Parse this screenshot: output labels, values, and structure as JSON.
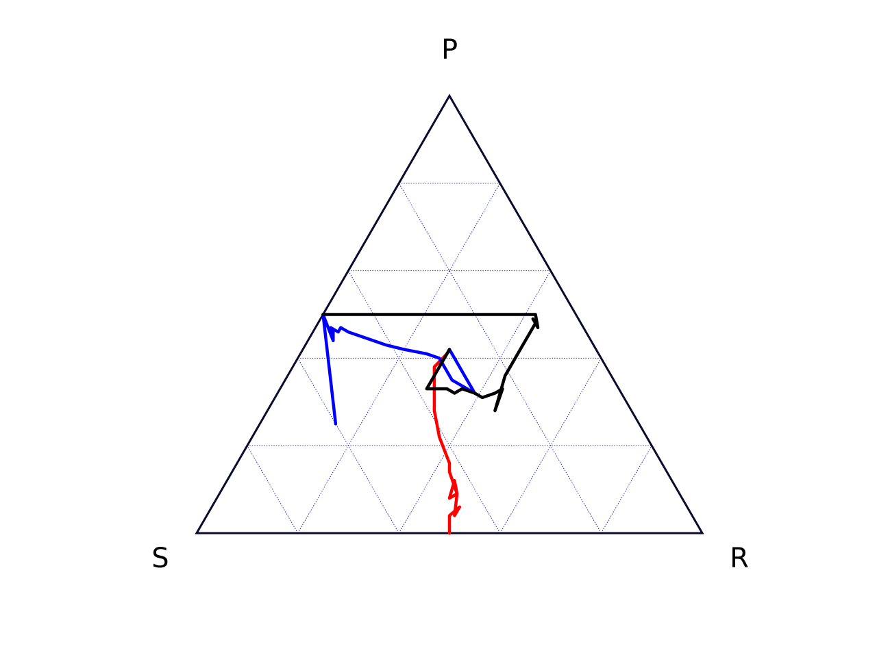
{
  "chart_data": {
    "type": "ternary",
    "vertices": {
      "top": "P",
      "left": "S",
      "right": "R"
    },
    "grid": true,
    "grid_divisions": 5,
    "colors": {
      "frame": "#0b0b2e",
      "grid": "#2a2ab8",
      "red": "#ff0000",
      "blue": "#0000ff",
      "black": "#000000"
    },
    "series": [
      {
        "color": "red",
        "points": [
          [
            0,
            0.5,
            0.5
          ],
          [
            0.04,
            0.48,
            0.48
          ],
          [
            0.06,
            0.45,
            0.49
          ],
          [
            0.04,
            0.47,
            0.49
          ],
          [
            0.09,
            0.44,
            0.47
          ],
          [
            0.08,
            0.46,
            0.46
          ],
          [
            0.12,
            0.43,
            0.45
          ],
          [
            0.09,
            0.44,
            0.47
          ],
          [
            0.14,
            0.43,
            0.43
          ],
          [
            0.16,
            0.42,
            0.42
          ],
          [
            0.22,
            0.41,
            0.37
          ],
          [
            0.28,
            0.39,
            0.33
          ],
          [
            0.32,
            0.37,
            0.31
          ],
          [
            0.34,
            0.36,
            0.3
          ],
          [
            0.36,
            0.35,
            0.29
          ],
          [
            0.38,
            0.34,
            0.28
          ],
          [
            0.41,
            0.3,
            0.29
          ],
          [
            0.42,
            0.29,
            0.29
          ]
        ]
      },
      {
        "color": "blue",
        "points": [
          [
            0.25,
            0.6,
            0.15
          ],
          [
            0.5,
            0.5,
            0.0
          ],
          [
            0.44,
            0.51,
            0.05
          ],
          [
            0.46,
            0.5,
            0.04
          ],
          [
            0.47,
            0.5,
            0.03
          ],
          [
            0.46,
            0.49,
            0.05
          ],
          [
            0.47,
            0.48,
            0.05
          ],
          [
            0.46,
            0.47,
            0.07
          ],
          [
            0.45,
            0.45,
            0.1
          ],
          [
            0.43,
            0.41,
            0.16
          ],
          [
            0.42,
            0.38,
            0.2
          ],
          [
            0.41,
            0.34,
            0.25
          ],
          [
            0.4,
            0.32,
            0.28
          ],
          [
            0.35,
            0.32,
            0.33
          ],
          [
            0.33,
            0.3,
            0.37
          ],
          [
            0.32,
            0.29,
            0.39
          ],
          [
            0.34,
            0.29,
            0.37
          ],
          [
            0.36,
            0.29,
            0.35
          ],
          [
            0.4,
            0.29,
            0.31
          ],
          [
            0.42,
            0.29,
            0.29
          ]
        ]
      },
      {
        "color": "black",
        "points": [
          [
            0.5,
            0.5,
            0.0
          ],
          [
            0.5,
            0.08,
            0.42
          ],
          [
            0.47,
            0.09,
            0.44
          ],
          [
            0.49,
            0.09,
            0.42
          ],
          [
            0.48,
            0.09,
            0.43
          ],
          [
            0.47,
            0.1,
            0.43
          ],
          [
            0.42,
            0.15,
            0.43
          ],
          [
            0.36,
            0.21,
            0.43
          ],
          [
            0.32,
            0.24,
            0.44
          ],
          [
            0.28,
            0.27,
            0.45
          ],
          [
            0.33,
            0.23,
            0.44
          ],
          [
            0.32,
            0.25,
            0.43
          ],
          [
            0.31,
            0.28,
            0.41
          ],
          [
            0.32,
            0.29,
            0.39
          ],
          [
            0.33,
            0.31,
            0.36
          ],
          [
            0.32,
            0.33,
            0.35
          ],
          [
            0.33,
            0.34,
            0.33
          ],
          [
            0.33,
            0.35,
            0.32
          ],
          [
            0.33,
            0.38,
            0.29
          ],
          [
            0.42,
            0.29,
            0.29
          ]
        ]
      }
    ]
  }
}
